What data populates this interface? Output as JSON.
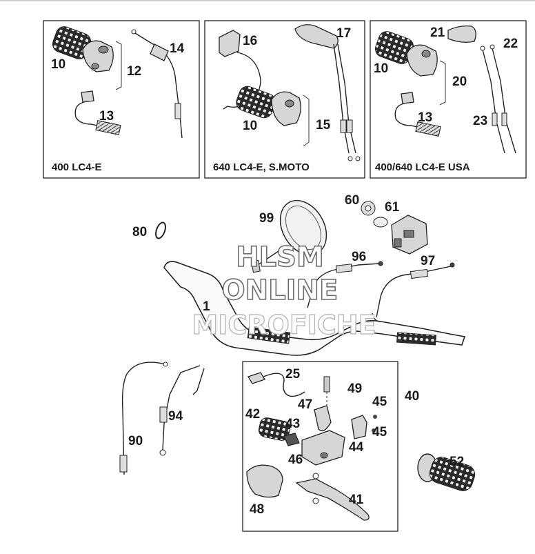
{
  "panels": [
    {
      "caption": "400 LC4-E",
      "labels": [
        "10",
        "12",
        "14",
        "13"
      ]
    },
    {
      "caption": "640 LC4-E, S.MOTO",
      "labels": [
        "16",
        "17",
        "10",
        "15"
      ]
    },
    {
      "caption": "400/640 LC4-E USA",
      "labels": [
        "21",
        "22",
        "10",
        "20",
        "13",
        "23"
      ]
    }
  ],
  "callouts": {
    "c80": "80",
    "c99": "99",
    "c60": "60",
    "c61": "61",
    "c96": "96",
    "c97": "97",
    "c1": "1",
    "c25": "25",
    "c49": "49",
    "c40": "40",
    "c47": "47",
    "c45a": "45",
    "c42": "42",
    "c43": "43",
    "c45b": "45",
    "c44": "44",
    "c46": "46",
    "c94": "94",
    "c90": "90",
    "c52": "52",
    "c41": "41",
    "c48": "48"
  },
  "watermark": {
    "line1": "HLSM",
    "line2": "ONLINE",
    "line3": "MICROFICHE"
  }
}
